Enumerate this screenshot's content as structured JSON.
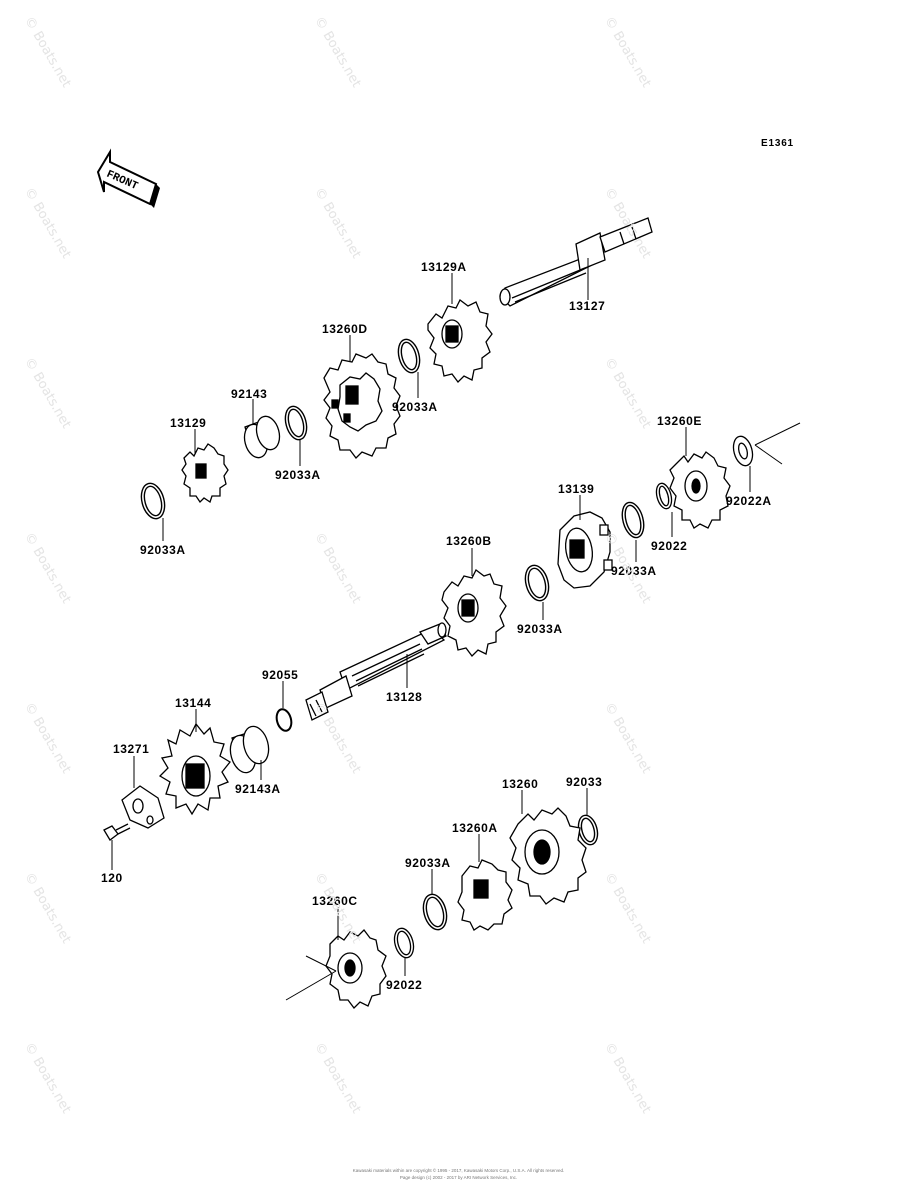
{
  "diagram_code": "E1361",
  "front_label": "FRONT",
  "watermark": "© Boats.net",
  "callouts": {
    "p13127": "13127",
    "p13129A": "13129A",
    "p13260D": "13260D",
    "p92033A_a": "92033A",
    "p92143": "92143",
    "p92033A_b": "92033A",
    "p13129": "13129",
    "p92033A_c": "92033A",
    "p13260E": "13260E",
    "p92022A": "92022A",
    "p13139": "13139",
    "p92022_a": "92022",
    "p92033A_d": "92033A",
    "p13260B": "13260B",
    "p92033A_e": "92033A",
    "p92055": "92055",
    "p13128": "13128",
    "p13144": "13144",
    "p92143A": "92143A",
    "p13271": "13271",
    "p120": "120",
    "p13260": "13260",
    "p92033": "92033",
    "p13260A": "13260A",
    "p92033A_f": "92033A",
    "p13260C": "13260C",
    "p92022_b": "92022"
  },
  "footer": {
    "line1": "Kawasaki materials within are copyright © 1995 - 2017, Kawasaki Motors Corp., U.S.A. All rights reserved.",
    "line2": "Page design (c) 2002 - 2017 by ARI Network Services, Inc."
  }
}
